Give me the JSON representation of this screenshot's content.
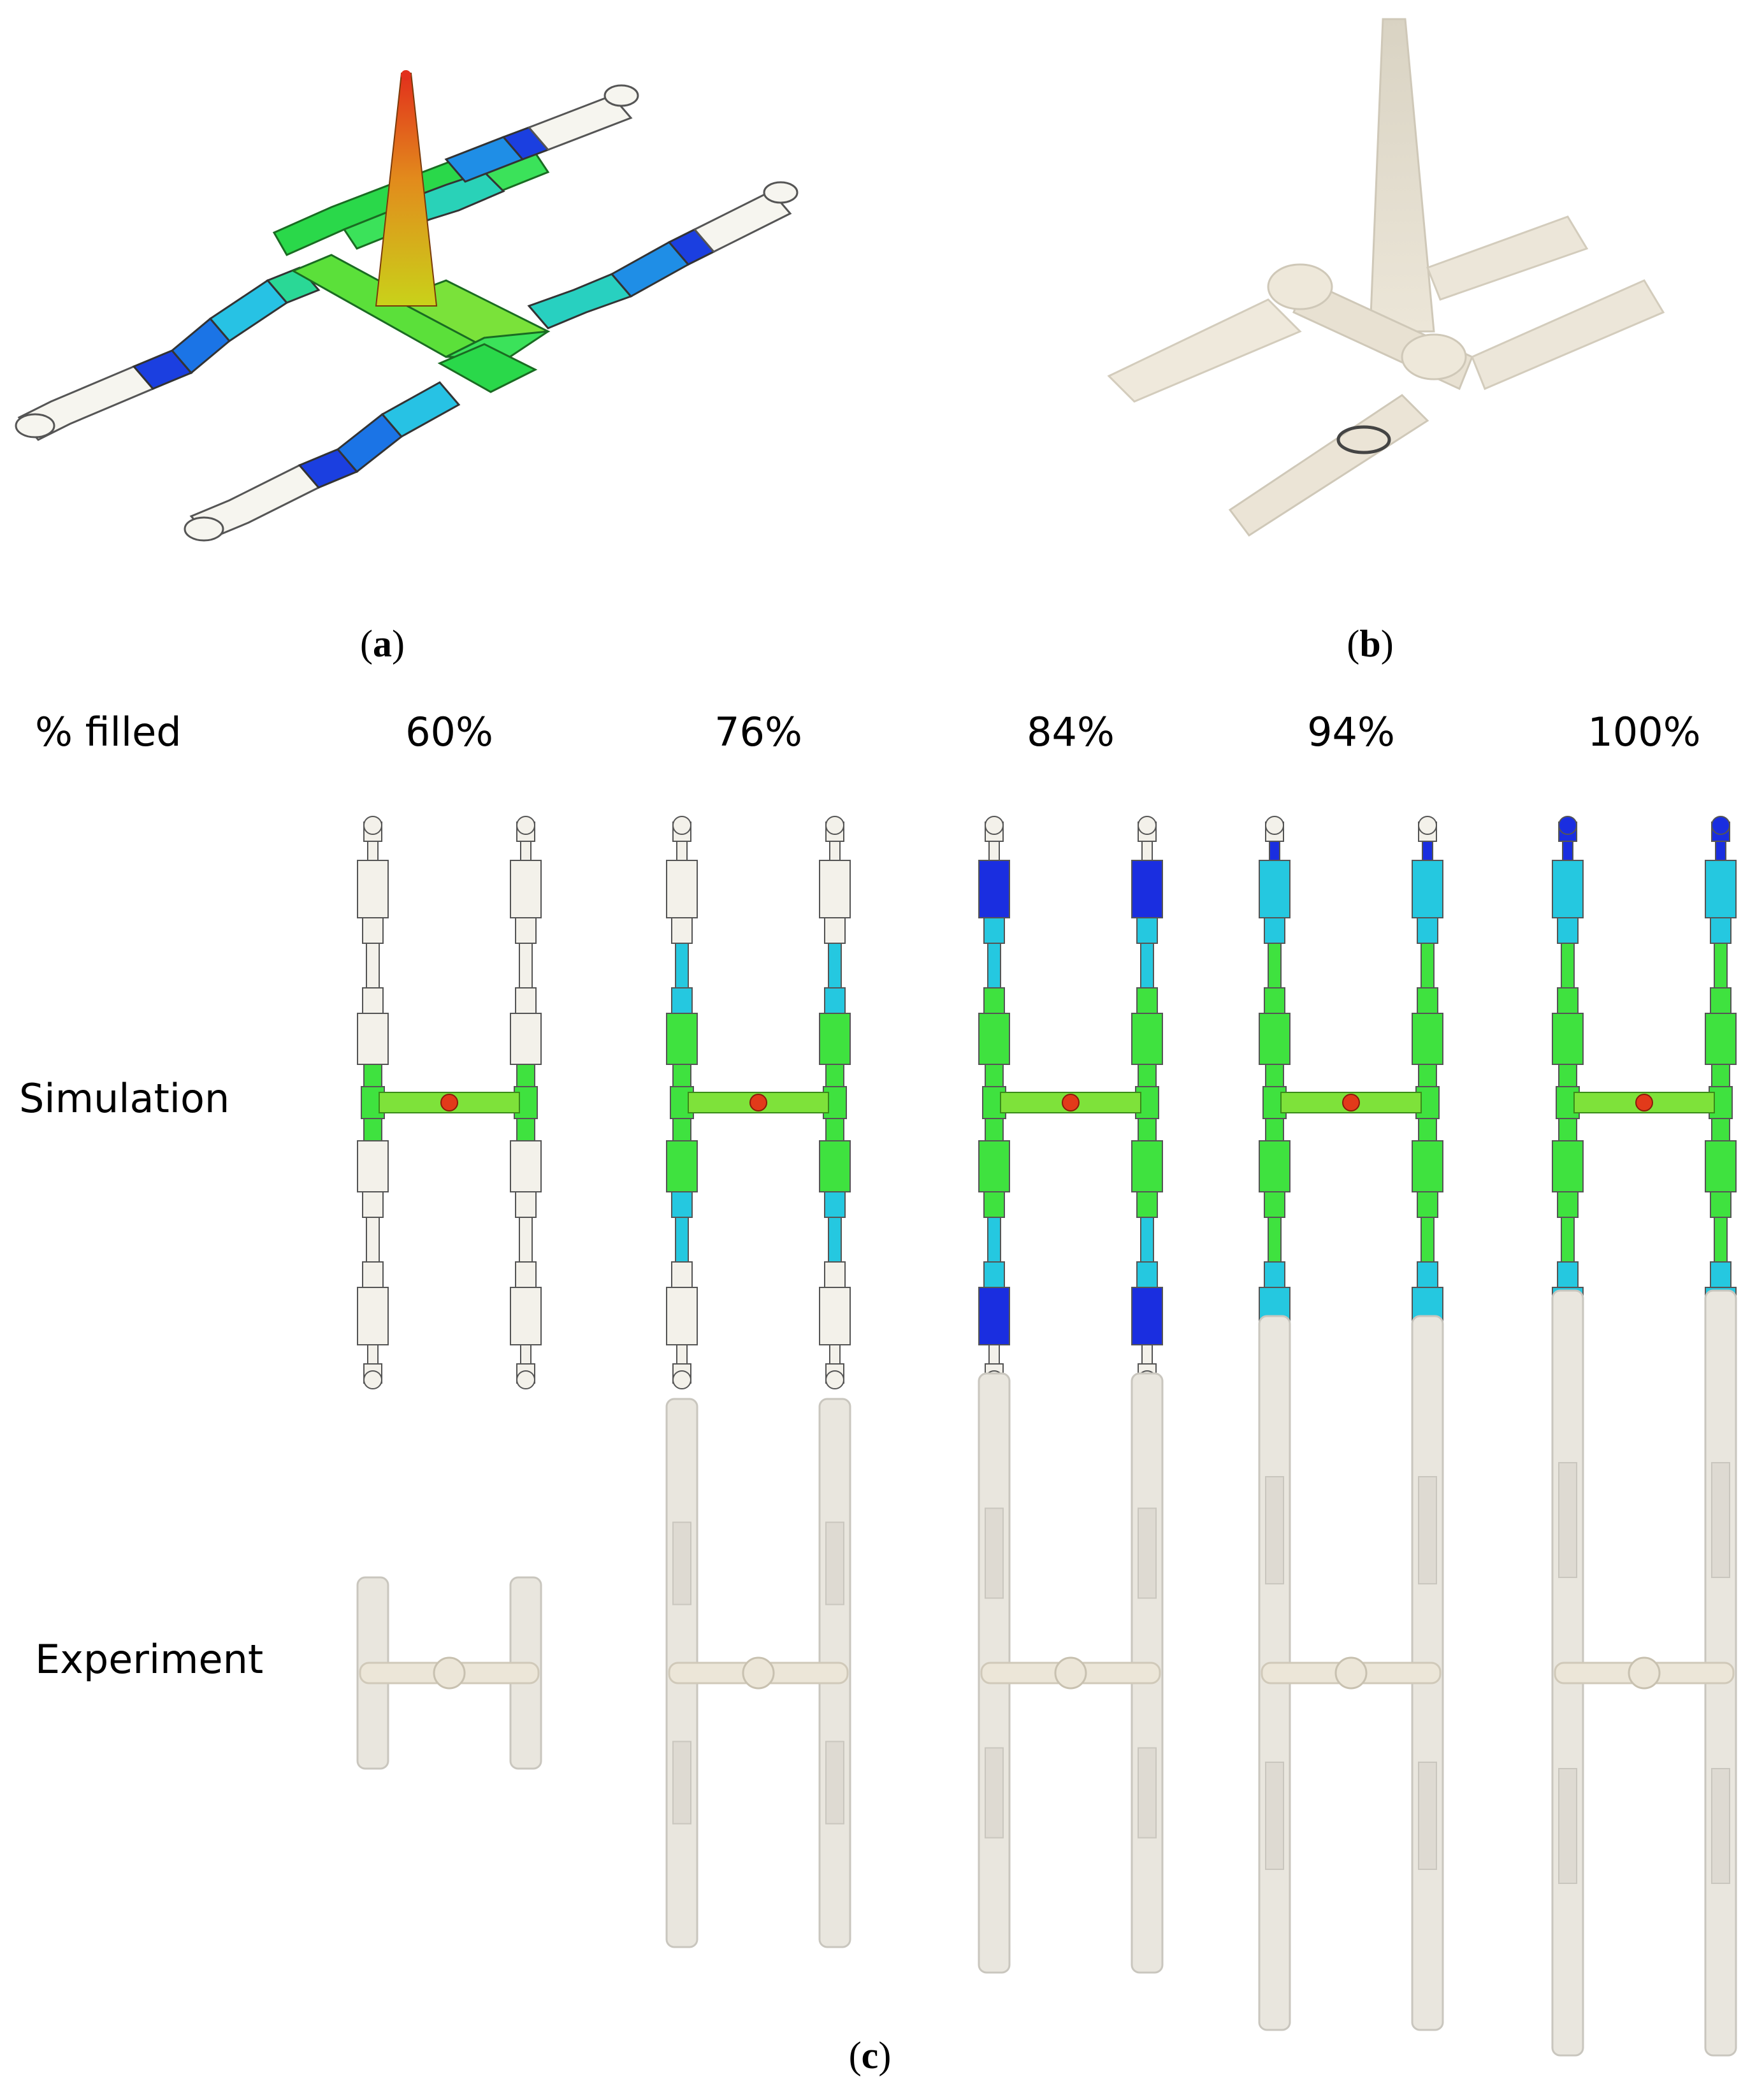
{
  "panels": {
    "a": {
      "open": "(",
      "letter": "a",
      "close": ")"
    },
    "b": {
      "open": "(",
      "letter": "b",
      "close": ")"
    },
    "c": {
      "open": "(",
      "letter": "c",
      "close": ")"
    }
  },
  "header_label": "% filled",
  "fill_levels": [
    "60%",
    "76%",
    "84%",
    "94%",
    "100%"
  ],
  "fill_fractions": [
    0.6,
    0.76,
    0.84,
    0.94,
    1.0
  ],
  "rows": {
    "simulation": "Simulation",
    "experiment": "Experiment"
  },
  "colors": {
    "unfilled": "#f3f1ea",
    "outline": "#555555",
    "fill_front": "#1a2ee0",
    "fill_mid": "#25c8e0",
    "fill_near": "#3fe23f",
    "gate": "#e23a1a",
    "sprue_top": "#e6512a",
    "sprue_base": "#b8c51a",
    "sample": "#e9e6de",
    "sample_edge": "#c9c6be"
  }
}
